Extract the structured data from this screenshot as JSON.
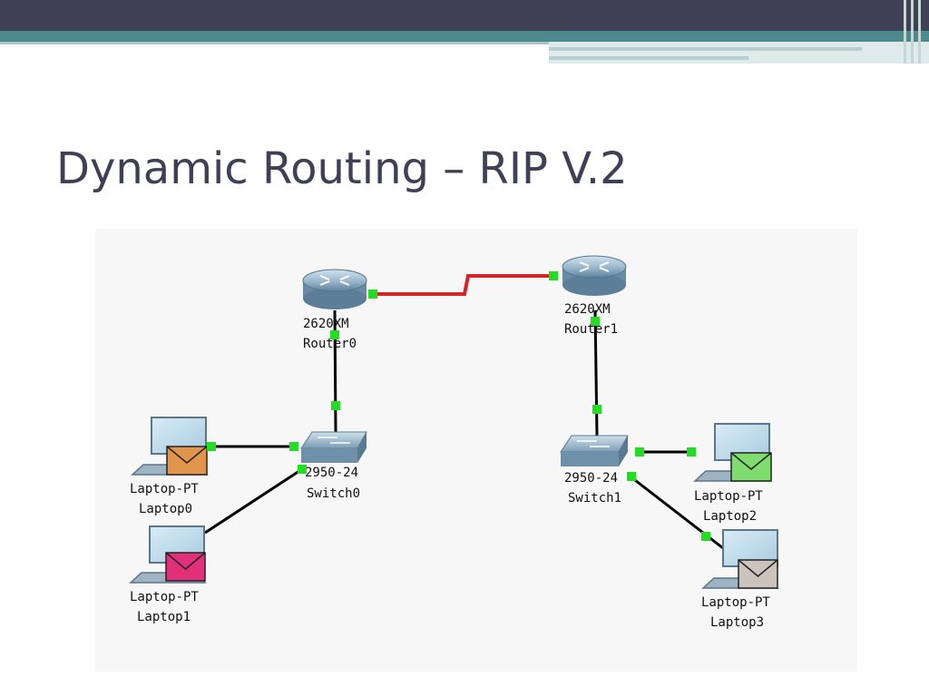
{
  "slide": {
    "title": "Dynamic Routing – RIP V.2"
  },
  "colors": {
    "header_dark": "#414155",
    "header_teal": "#4d8a8e",
    "title_text": "#3f4056",
    "serial_link": "#d42424",
    "ethernet_link": "#000000",
    "port_led": "#22dd22"
  },
  "topology": {
    "routers": [
      {
        "id": "router0",
        "model": "2620XM",
        "name": "Router0"
      },
      {
        "id": "router1",
        "model": "2620XM",
        "name": "Router1"
      }
    ],
    "switches": [
      {
        "id": "switch0",
        "model": "2950-24",
        "name": "Switch0"
      },
      {
        "id": "switch1",
        "model": "2950-24",
        "name": "Switch1"
      }
    ],
    "laptops": [
      {
        "id": "laptop0",
        "model": "Laptop-PT",
        "name": "Laptop0",
        "envelope_color": "#e0954a"
      },
      {
        "id": "laptop1",
        "model": "Laptop-PT",
        "name": "Laptop1",
        "envelope_color": "#e0307a"
      },
      {
        "id": "laptop2",
        "model": "Laptop-PT",
        "name": "Laptop2",
        "envelope_color": "#7fdc6e"
      },
      {
        "id": "laptop3",
        "model": "Laptop-PT",
        "name": "Laptop3",
        "envelope_color": "#cdc3bd"
      }
    ],
    "links": [
      {
        "from": "router0",
        "to": "router1",
        "type": "serial"
      },
      {
        "from": "router0",
        "to": "switch0",
        "type": "ethernet"
      },
      {
        "from": "router1",
        "to": "switch1",
        "type": "ethernet"
      },
      {
        "from": "switch0",
        "to": "laptop0",
        "type": "ethernet"
      },
      {
        "from": "switch0",
        "to": "laptop1",
        "type": "ethernet"
      },
      {
        "from": "switch1",
        "to": "laptop2",
        "type": "ethernet"
      },
      {
        "from": "switch1",
        "to": "laptop3",
        "type": "ethernet"
      }
    ]
  }
}
